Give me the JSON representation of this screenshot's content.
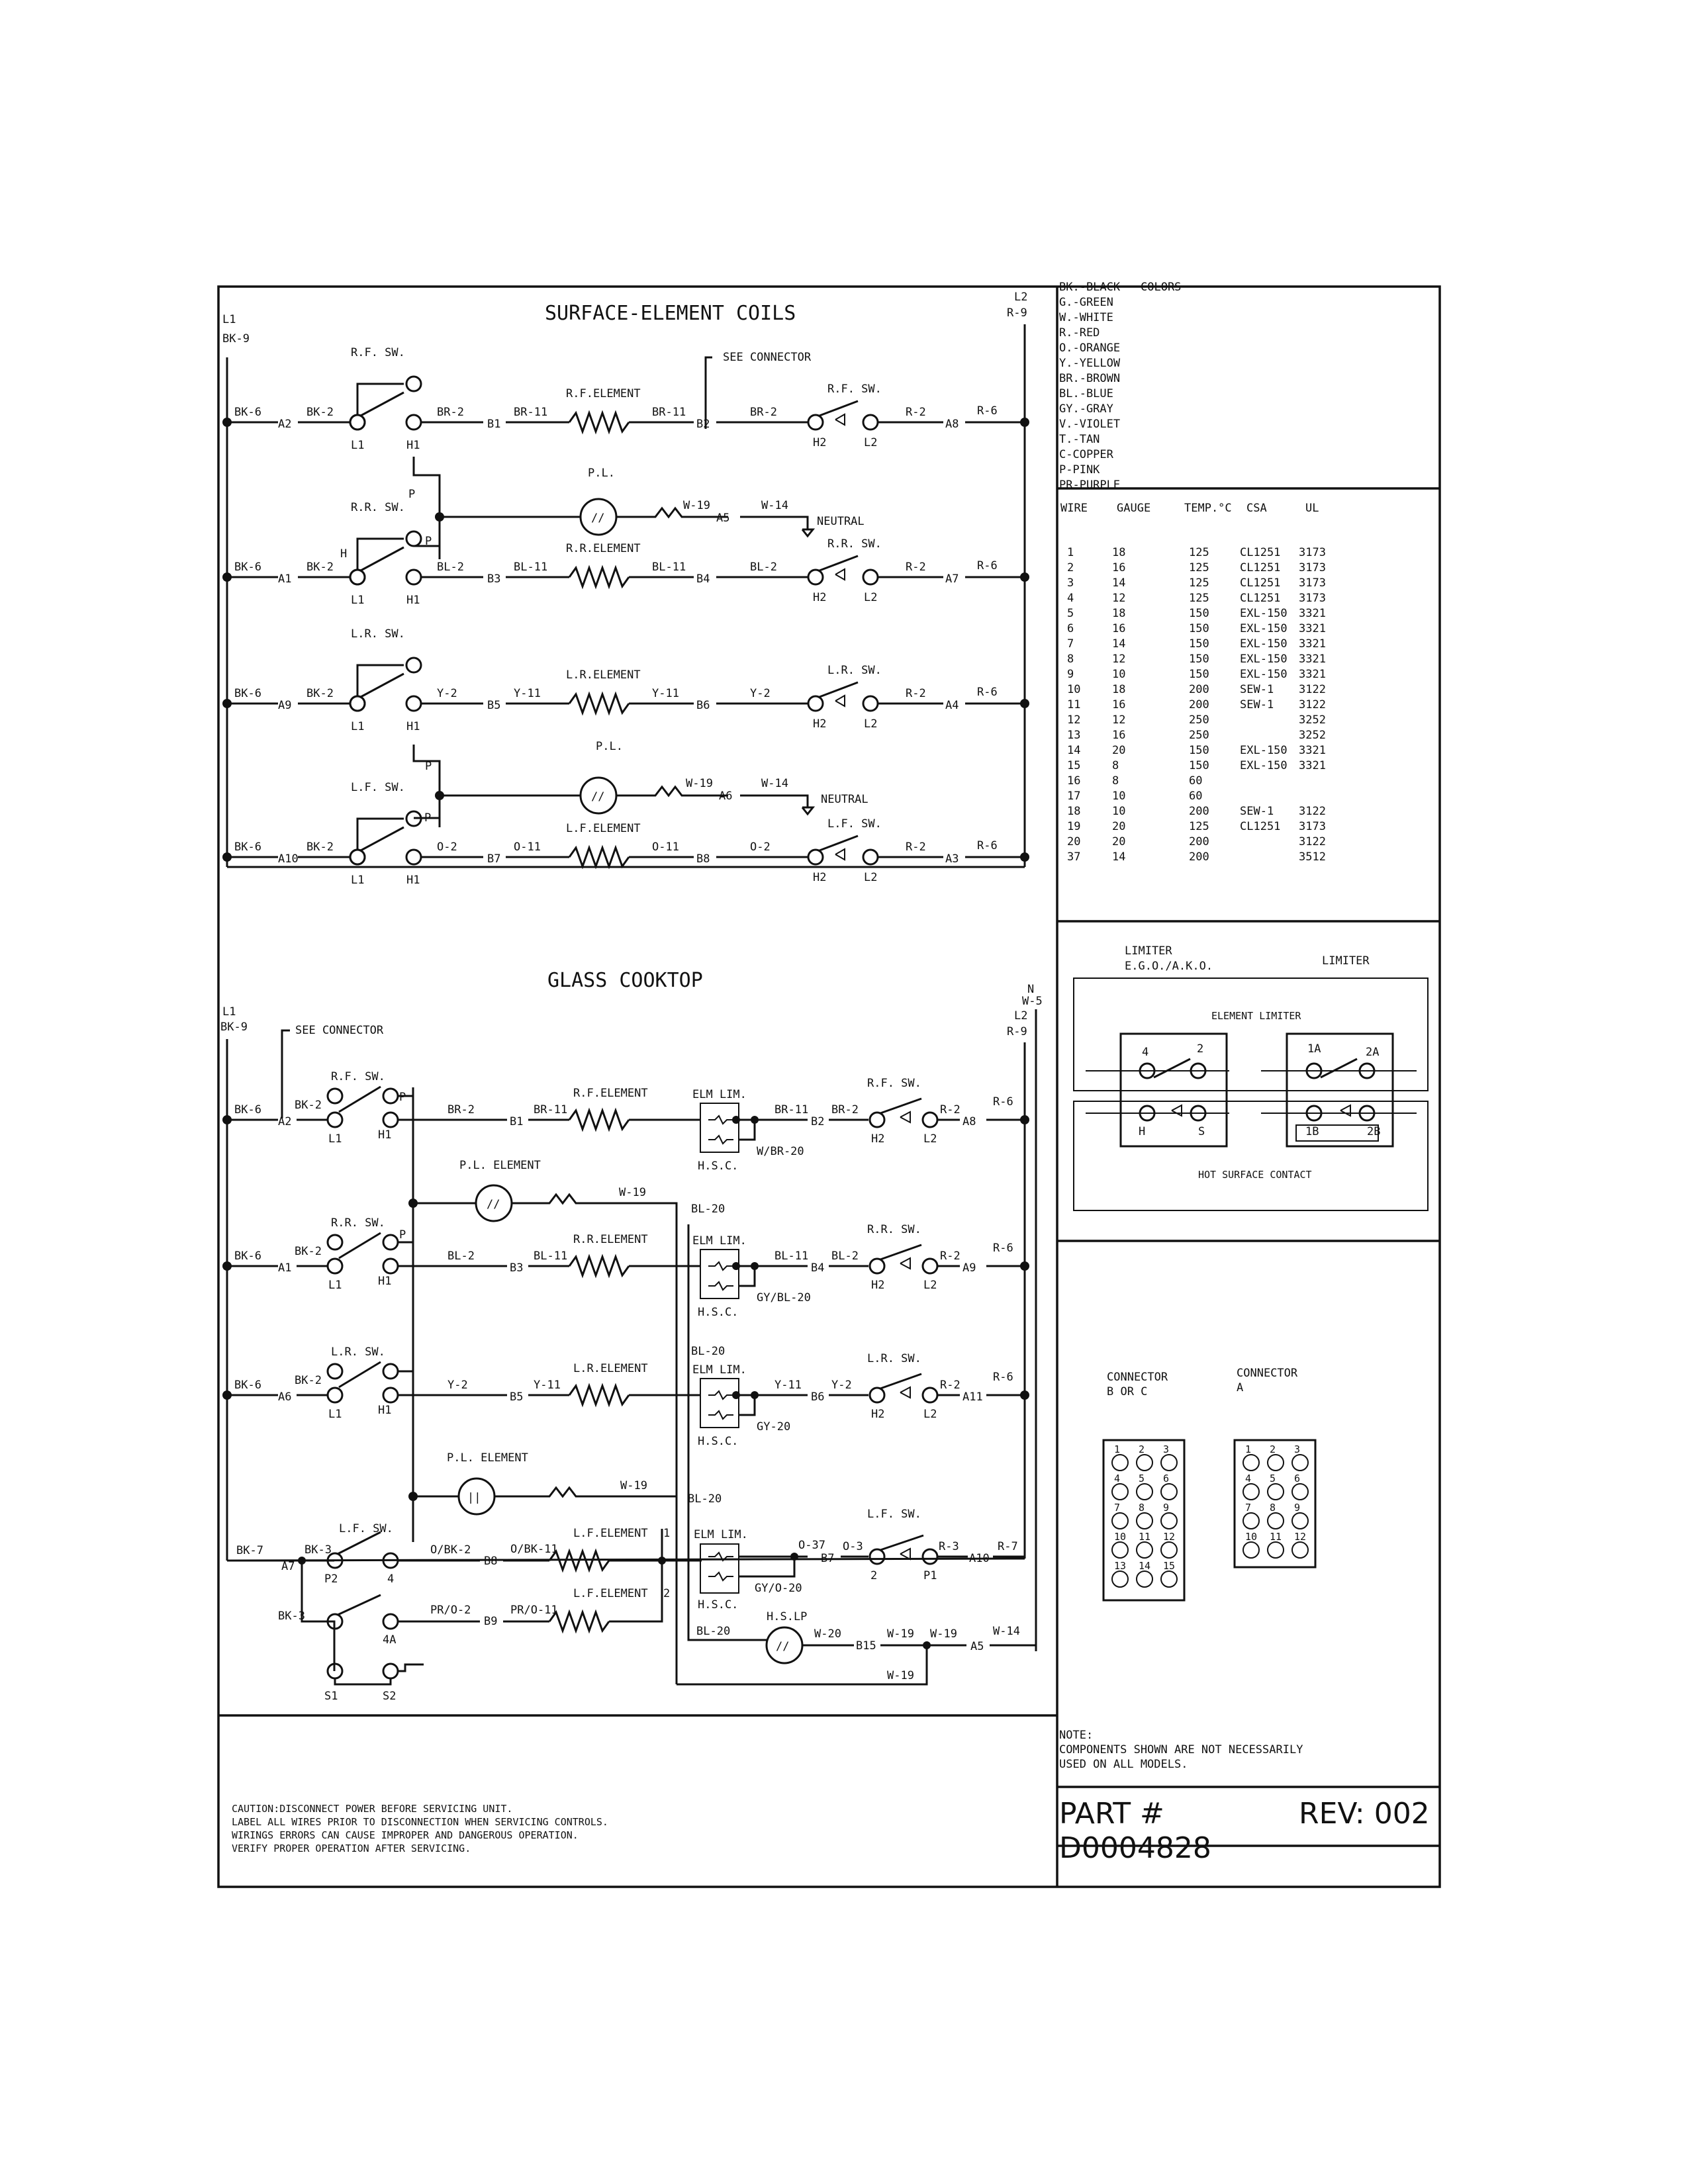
{
  "titles": {
    "surface": "SURFACE-ELEMENT COILS",
    "glass": "GLASS COOKTOP"
  },
  "rails": {
    "top_left": [
      "L1",
      "BK-9"
    ],
    "top_right": [
      "L2",
      "R-9"
    ],
    "glass_left": [
      "L1",
      "BK-9"
    ],
    "glass_right": [
      "N",
      "W-5",
      "L2",
      "R-9"
    ]
  },
  "surface_rows": [
    {
      "feed": "BK-6",
      "term_a": "A2",
      "sw_wire": "BK-2",
      "sw_label": "R.F. SW.",
      "sw_terms": [
        "L1",
        "H1"
      ],
      "w1": "BR-2",
      "b1": "B1",
      "w2": "BR-11",
      "element": "R.F.ELEMENT",
      "w3": "BR-11",
      "b2": "B2",
      "w4": "BR-2",
      "sw2_label": "R.F. SW.",
      "sw2_terms": [
        "H2",
        "L2"
      ],
      "w5": "R-2",
      "term_out": "A8",
      "out_wire": "R-6"
    },
    {
      "feed": "BK-6",
      "term_a": "A1",
      "sw_wire": "BK-2",
      "sw_label": "R.R. SW.",
      "sw_terms": [
        "L1",
        "H1"
      ],
      "w1": "BL-2",
      "b1": "B3",
      "w2": "BL-11",
      "element": "R.R.ELEMENT",
      "w3": "BL-11",
      "b2": "B4",
      "w4": "BL-2",
      "sw2_label": "R.R. SW.",
      "sw2_terms": [
        "H2",
        "L2"
      ],
      "w5": "R-2",
      "term_out": "A7",
      "out_wire": "R-6"
    },
    {
      "feed": "BK-6",
      "term_a": "A9",
      "sw_wire": "BK-2",
      "sw_label": "L.R. SW.",
      "sw_terms": [
        "L1",
        "H1"
      ],
      "w1": "Y-2",
      "b1": "B5",
      "w2": "Y-11",
      "element": "L.R.ELEMENT",
      "w3": "Y-11",
      "b2": "B6",
      "w4": "Y-2",
      "sw2_label": "L.R. SW.",
      "sw2_terms": [
        "H2",
        "L2"
      ],
      "w5": "R-2",
      "term_out": "A4",
      "out_wire": "R-6"
    },
    {
      "feed": "BK-6",
      "term_a": "A10",
      "sw_wire": "BK-2",
      "sw_label": "L.F. SW.",
      "sw_terms": [
        "L1",
        "H1"
      ],
      "w1": "O-2",
      "b1": "B7",
      "w2": "O-11",
      "element": "L.F.ELEMENT",
      "w3": "O-11",
      "b2": "B8",
      "w4": "O-2",
      "sw2_label": "L.F. SW.",
      "sw2_terms": [
        "H2",
        "L2"
      ],
      "w5": "R-2",
      "term_out": "A3",
      "out_wire": "R-6"
    }
  ],
  "surface_misc": {
    "see_connector": "SEE CONNECTOR",
    "pl": "P.L.",
    "pl_wire1": "W-19",
    "pl_term1": "A5",
    "pl_wire2": "W-14",
    "neutral": "NEUTRAL",
    "pl2_term": "A6",
    "h_label": "H",
    "p_label": "P"
  },
  "glass_rows": [
    {
      "feed": "BK-6",
      "term_a": "A2",
      "sw_wire": "BK-2",
      "sw_label": "R.F. SW.",
      "sw_terms": [
        "L1",
        "H1"
      ],
      "w1": "BR-2",
      "b1": "B1",
      "w2": "BR-11",
      "element": "R.F.ELEMENT",
      "lim": "ELM LIM.",
      "w3": "BR-11",
      "b2": "B2",
      "w4": "BR-2",
      "hsc": "H.S.C.",
      "hsc_wire": "W/BR-20",
      "sw2_label": "R.F. SW.",
      "sw2_terms": [
        "H2",
        "L2"
      ],
      "w5": "R-2",
      "term_out": "A8",
      "out_wire": "R-6"
    },
    {
      "feed": "BK-6",
      "term_a": "A1",
      "sw_wire": "BK-2",
      "sw_label": "R.R. SW.",
      "sw_terms": [
        "L1",
        "H1"
      ],
      "w1": "BL-2",
      "b1": "B3",
      "w2": "BL-11",
      "element": "R.R.ELEMENT",
      "lim": "ELM LIM.",
      "w3": "BL-11",
      "b2": "B4",
      "w4": "BL-2",
      "hsc": "H.S.C.",
      "hsc_wire": "GY/BL-20",
      "sw2_label": "R.R. SW.",
      "sw2_terms": [
        "H2",
        "L2"
      ],
      "w5": "R-2",
      "term_out": "A9",
      "out_wire": "R-6"
    },
    {
      "feed": "BK-6",
      "term_a": "A6",
      "sw_wire": "BK-2",
      "sw_label": "L.R. SW.",
      "sw_terms": [
        "L1",
        "H1"
      ],
      "w1": "Y-2",
      "b1": "B5",
      "w2": "Y-11",
      "element": "L.R.ELEMENT",
      "lim": "ELM LIM.",
      "w3": "Y-11",
      "b2": "B6",
      "w4": "Y-2",
      "hsc": "H.S.C.",
      "hsc_wire": "GY-20",
      "sw2_label": "L.R. SW.",
      "sw2_terms": [
        "H2",
        "L2"
      ],
      "w5": "R-2",
      "term_out": "A11",
      "out_wire": "R-6"
    }
  ],
  "glass_lf": {
    "feed": "BK-7",
    "term_a": "A7",
    "sw_wire": "BK-3",
    "sw_wire2": "BK-3",
    "sw_label": "L.F. SW.",
    "terms": [
      "P2",
      "4",
      "4A",
      "S1",
      "S2"
    ],
    "w1": "O/BK-2",
    "b1": "B8",
    "w2": "O/BK-11",
    "element1": "L.F.ELEMENT",
    "element1_n": "1",
    "w3": "PR/O-2",
    "b3": "B9",
    "w4": "PR/O-11",
    "element2": "L.F.ELEMENT",
    "element2_n": "2",
    "lim": "ELM LIM.",
    "w5": "O-37",
    "b5": "B7",
    "w6": "O-3",
    "hsc": "H.S.C.",
    "hsc_wire": "GY/O-20",
    "sw2_label": "L.F. SW.",
    "sw2_terms": [
      "2",
      "P1"
    ],
    "w7": "R-3",
    "term_out": "A10",
    "out_wire": "R-7",
    "hslp": "H.S.LP",
    "hslp_in": "BL-20",
    "hslp_out": "W-20",
    "hslp_term": "B15",
    "wire_w19a": "W-19",
    "wire_w19b": "W-19",
    "term_a5": "A5",
    "wire_w14": "W-14",
    "wire_w19c": "W-19"
  },
  "glass_misc": {
    "see_connector": "SEE CONNECTOR",
    "pl_element": "P.L. ELEMENT",
    "pl_wire": "W-19",
    "bl20": "BL-20",
    "p_label": "P"
  },
  "colors": {
    "title": "COLORS",
    "entries": [
      "BK.-BLACK",
      "G.-GREEN",
      "W.-WHITE",
      "R.-RED",
      "O.-ORANGE",
      "Y.-YELLOW",
      "BR.-BROWN",
      "BL.-BLUE",
      "GY.-GRAY",
      "V.-VIOLET",
      "T.-TAN",
      "C-COPPER",
      "P-PINK",
      "PR-PURPLE"
    ]
  },
  "wire_table": {
    "headers": [
      "WIRE",
      "GAUGE",
      "TEMP.°C",
      "CSA",
      "UL"
    ],
    "rows": [
      [
        "1",
        "18",
        "125",
        "CL1251",
        "3173"
      ],
      [
        "2",
        "16",
        "125",
        "CL1251",
        "3173"
      ],
      [
        "3",
        "14",
        "125",
        "CL1251",
        "3173"
      ],
      [
        "4",
        "12",
        "125",
        "CL1251",
        "3173"
      ],
      [
        "5",
        "18",
        "150",
        "EXL-150",
        "3321"
      ],
      [
        "6",
        "16",
        "150",
        "EXL-150",
        "3321"
      ],
      [
        "7",
        "14",
        "150",
        "EXL-150",
        "3321"
      ],
      [
        "8",
        "12",
        "150",
        "EXL-150",
        "3321"
      ],
      [
        "9",
        "10",
        "150",
        "EXL-150",
        "3321"
      ],
      [
        "10",
        "18",
        "200",
        "SEW-1",
        "3122"
      ],
      [
        "11",
        "16",
        "200",
        "SEW-1",
        "3122"
      ],
      [
        "12",
        "12",
        "250",
        "",
        "3252"
      ],
      [
        "13",
        "16",
        "250",
        "",
        "3252"
      ],
      [
        "14",
        "20",
        "150",
        "EXL-150",
        "3321"
      ],
      [
        "15",
        "8",
        "150",
        "EXL-150",
        "3321"
      ],
      [
        "16",
        "8",
        "60",
        "",
        ""
      ],
      [
        "17",
        "10",
        "60",
        "",
        ""
      ],
      [
        "18",
        "10",
        "200",
        "SEW-1",
        "3122"
      ],
      [
        "19",
        "20",
        "125",
        "CL1251",
        "3173"
      ],
      [
        "20",
        "20",
        "200",
        "",
        "3122"
      ],
      [
        "37",
        "14",
        "200",
        "",
        "3512"
      ]
    ]
  },
  "limiter": {
    "left_title_1": "LIMITER",
    "left_title_2": "E.G.O./A.K.O.",
    "right_title": "LIMITER",
    "element_limiter": "ELEMENT LIMITER",
    "left_terms": [
      "4",
      "2",
      "H",
      "S"
    ],
    "right_terms": [
      "1A",
      "2A",
      "1B",
      "2B"
    ],
    "hot_surface": "HOT SURFACE CONTACT"
  },
  "connectors": {
    "bc_title_1": "CONNECTOR",
    "bc_title_2": "B OR C",
    "a_title_1": "CONNECTOR",
    "a_title_2": "A",
    "bc_pins": [
      "1",
      "2",
      "3",
      "4",
      "5",
      "6",
      "7",
      "8",
      "9",
      "10",
      "11",
      "12",
      "13",
      "14",
      "15"
    ],
    "a_pins": [
      "1",
      "2",
      "3",
      "4",
      "5",
      "6",
      "7",
      "8",
      "9",
      "10",
      "11",
      "12"
    ]
  },
  "notes": {
    "note_title": "NOTE:",
    "note_1": "COMPONENTS SHOWN ARE NOT NECESSARILY",
    "note_2": "USED ON ALL MODELS.",
    "caution_1": "CAUTION:DISCONNECT POWER BEFORE SERVICING UNIT.",
    "caution_2": "LABEL ALL WIRES PRIOR TO DISCONNECTION WHEN SERVICING CONTROLS.",
    "caution_3": "WIRINGS ERRORS CAN CAUSE IMPROPER AND DANGEROUS OPERATION.",
    "caution_4": "VERIFY PROPER OPERATION AFTER SERVICING."
  },
  "part": {
    "part_label": "PART #",
    "part_number": "D0004828",
    "rev": "REV: 002"
  }
}
